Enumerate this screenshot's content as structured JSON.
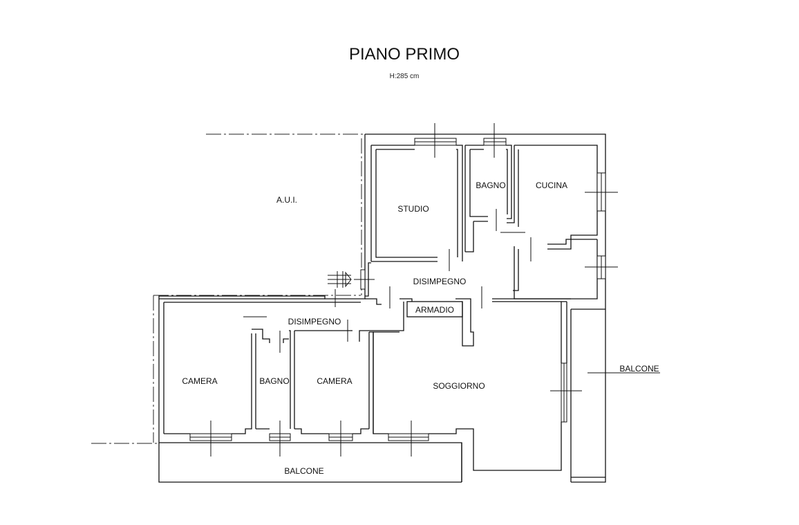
{
  "header": {
    "title": "PIANO PRIMO",
    "height_note": "H:285 cm"
  },
  "rooms": {
    "aui": "A.U.I.",
    "studio": "STUDIO",
    "bagno_top": "BAGNO",
    "cucina": "CUCINA",
    "disimpegno_main": "DISIMPEGNO",
    "armadio": "ARMADIO",
    "disimpegno_left": "DISIMPEGNO",
    "camera_left": "CAMERA",
    "bagno_bottom": "BAGNO",
    "camera_mid": "CAMERA",
    "soggiorno": "SOGGIORNO",
    "balcone_right": "BALCONE",
    "balcone_bottom": "BALCONE"
  }
}
